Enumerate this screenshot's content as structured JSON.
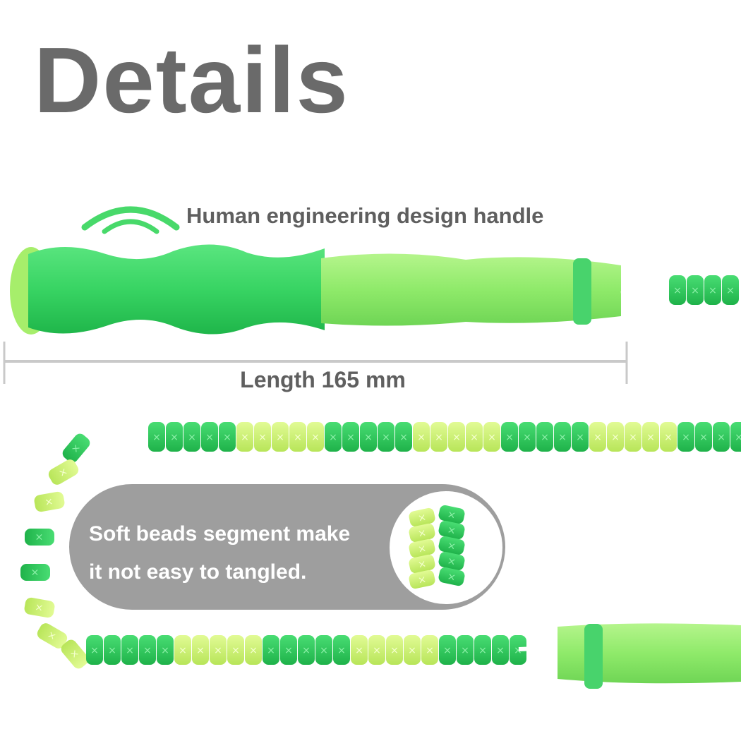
{
  "title": "Details",
  "handle": {
    "caption": "Human engineering design handle"
  },
  "measurement": {
    "label": "Length 165 mm"
  },
  "beads_callout": {
    "line1": "Soft beads segment make",
    "line2": "it not easy to tangled."
  },
  "colors": {
    "bead_dark": "#2ecc5a",
    "bead_light": "#c8ef6a",
    "handle_green": "#40d96a",
    "handle_light": "#93ec6e",
    "text_gray": "#5f5f5f",
    "callout_bg": "#9e9e9e"
  }
}
